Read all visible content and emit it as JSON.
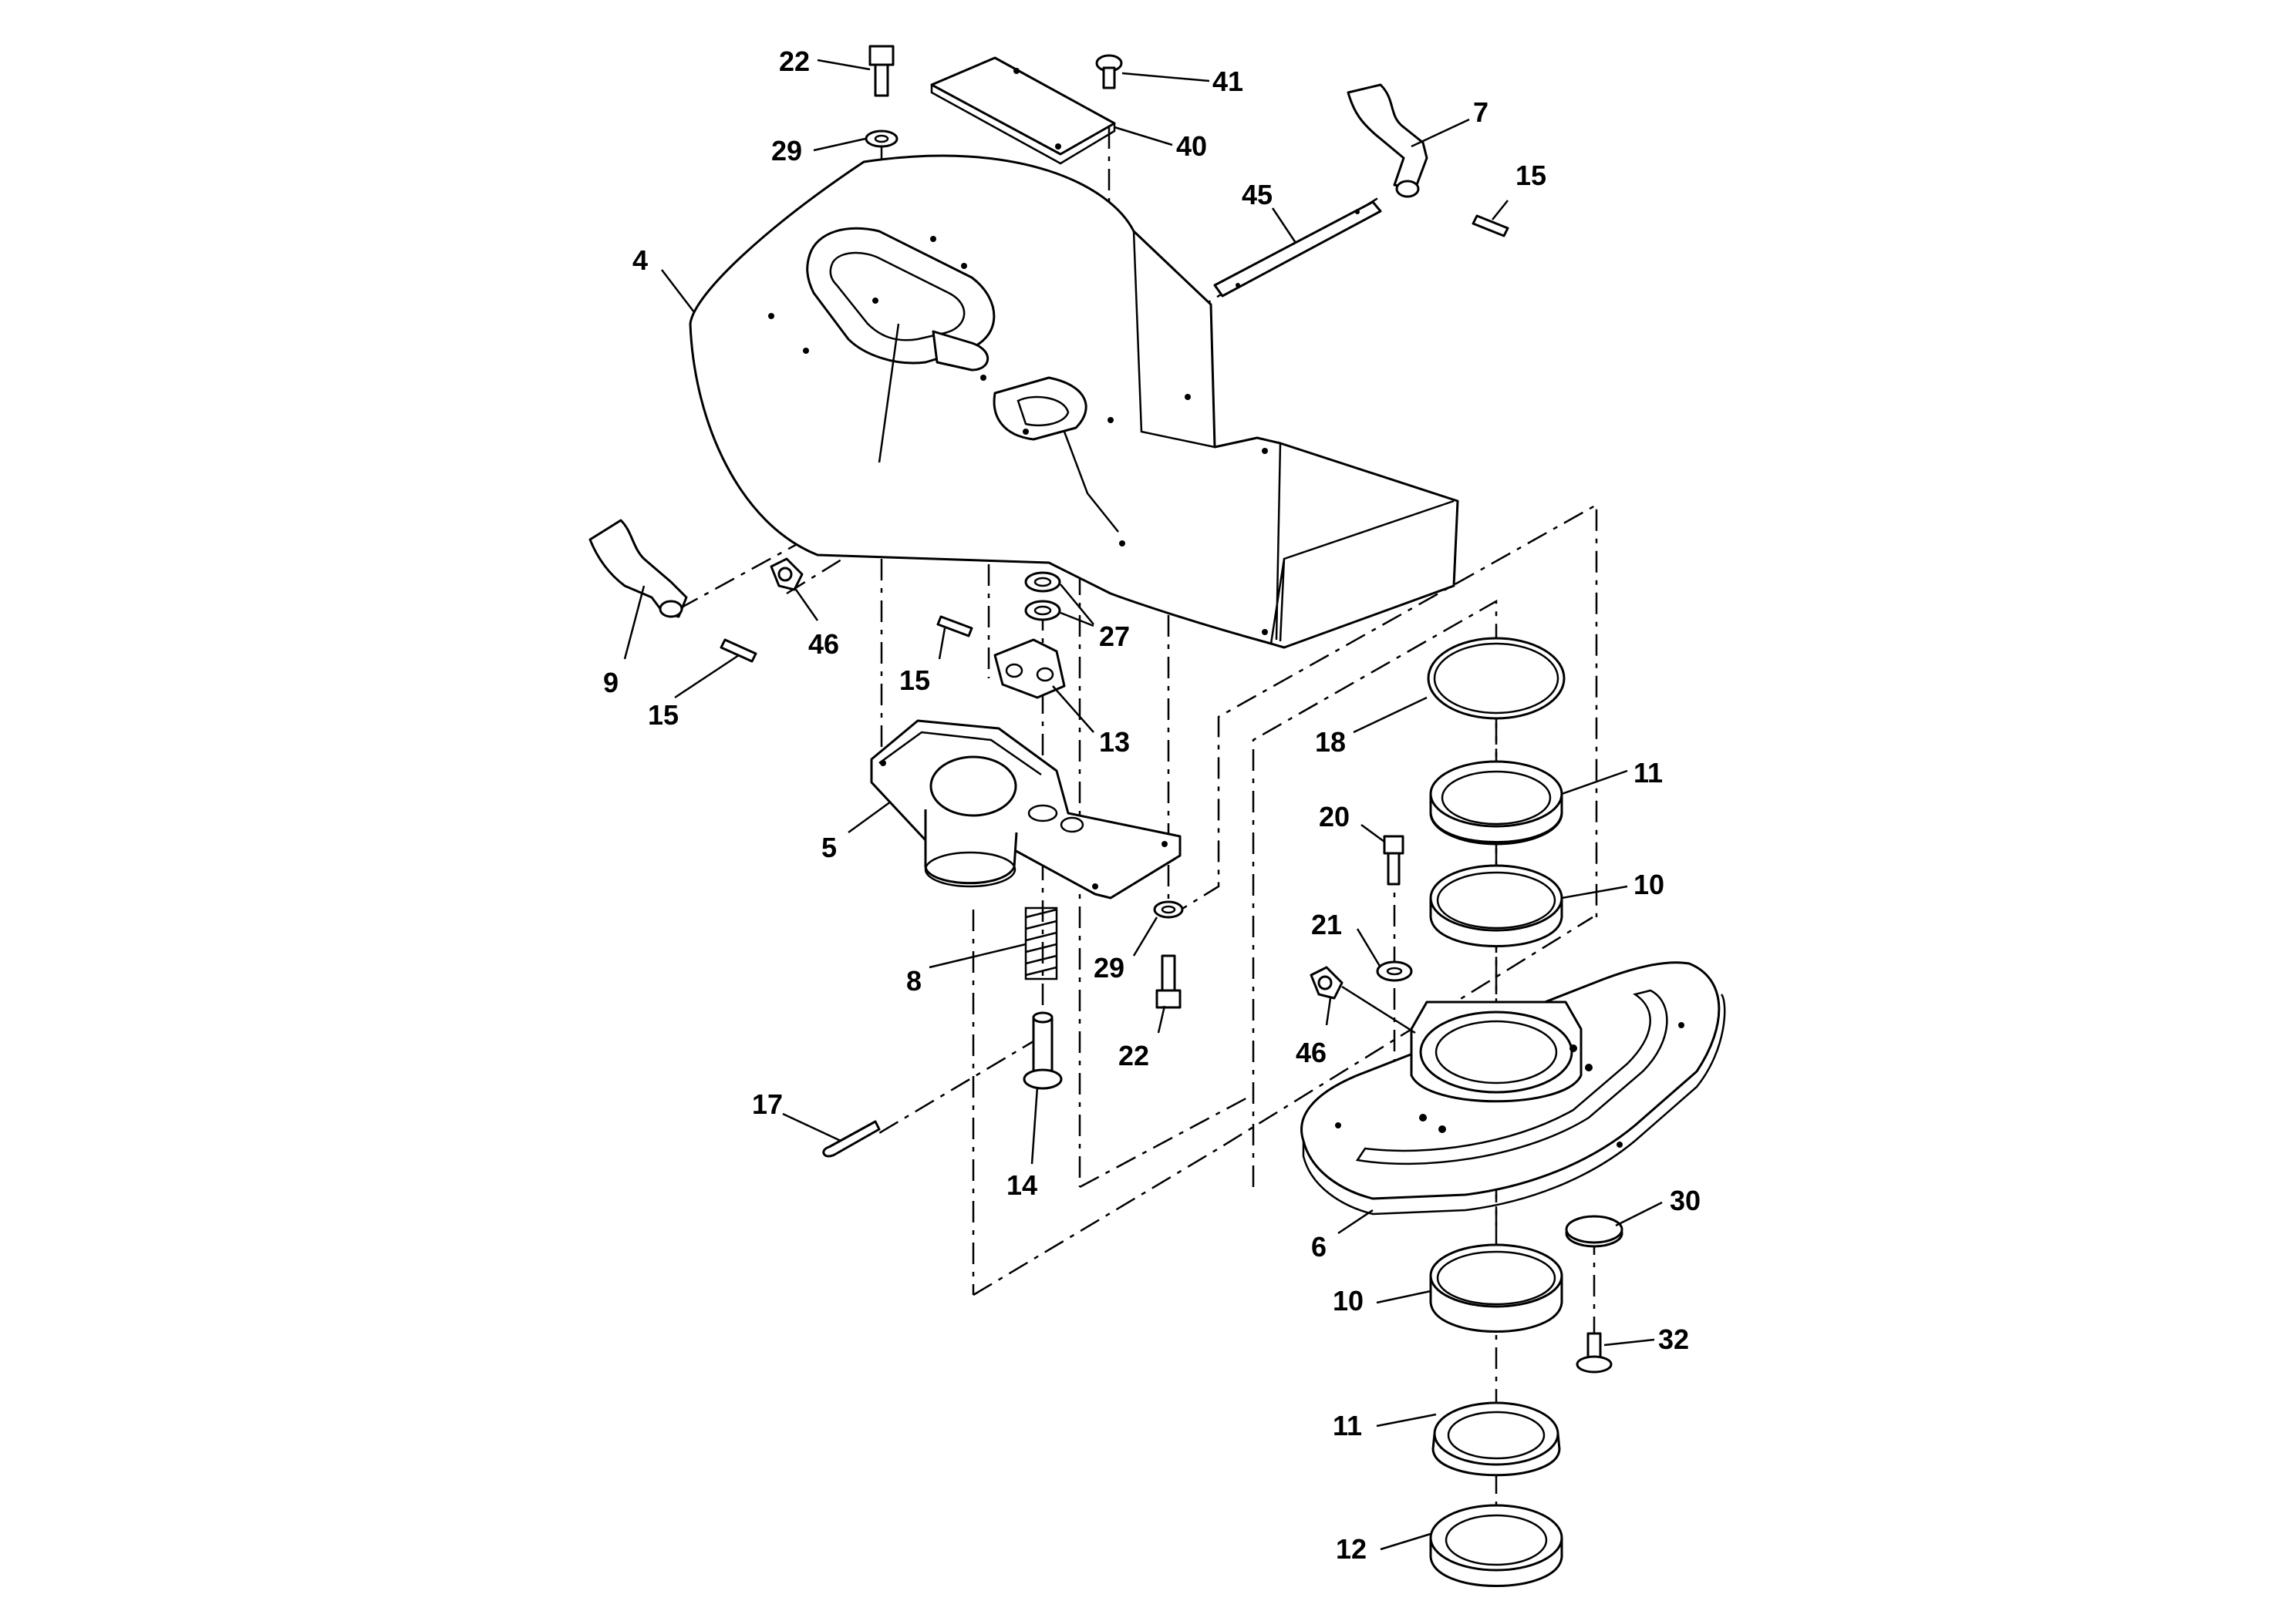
{
  "callouts": [
    {
      "id": "c22a",
      "text": "22"
    },
    {
      "id": "c29a",
      "text": "29"
    },
    {
      "id": "c41",
      "text": "41"
    },
    {
      "id": "c40",
      "text": "40"
    },
    {
      "id": "c7",
      "text": "7"
    },
    {
      "id": "c15a",
      "text": "15"
    },
    {
      "id": "c45",
      "text": "45"
    },
    {
      "id": "c4",
      "text": "4"
    },
    {
      "id": "c9",
      "text": "9"
    },
    {
      "id": "c15b",
      "text": "15"
    },
    {
      "id": "c46a",
      "text": "46"
    },
    {
      "id": "c15c",
      "text": "15"
    },
    {
      "id": "c27",
      "text": "27"
    },
    {
      "id": "c13",
      "text": "13"
    },
    {
      "id": "c5",
      "text": "5"
    },
    {
      "id": "c8",
      "text": "8"
    },
    {
      "id": "c29b",
      "text": "29"
    },
    {
      "id": "c22b",
      "text": "22"
    },
    {
      "id": "c17",
      "text": "17"
    },
    {
      "id": "c14",
      "text": "14"
    },
    {
      "id": "c18",
      "text": "18"
    },
    {
      "id": "c11a",
      "text": "11"
    },
    {
      "id": "c20",
      "text": "20"
    },
    {
      "id": "c10a",
      "text": "10"
    },
    {
      "id": "c21",
      "text": "21"
    },
    {
      "id": "c46b",
      "text": "46"
    },
    {
      "id": "c6",
      "text": "6"
    },
    {
      "id": "c30",
      "text": "30"
    },
    {
      "id": "c10b",
      "text": "10"
    },
    {
      "id": "c32",
      "text": "32"
    },
    {
      "id": "c11b",
      "text": "11"
    },
    {
      "id": "c12",
      "text": "12"
    }
  ]
}
